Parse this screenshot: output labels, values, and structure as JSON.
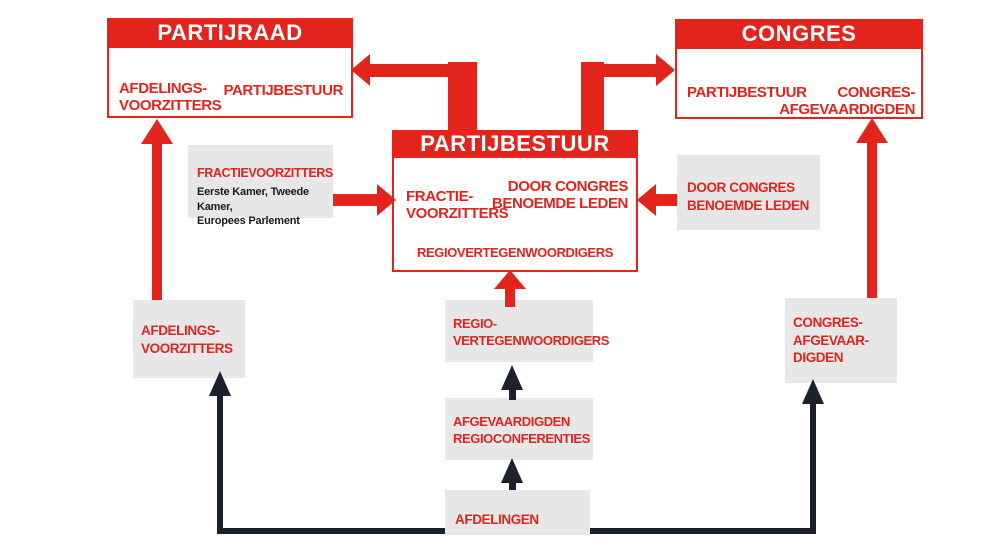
{
  "colors": {
    "red": "#e2241c",
    "gray": "#e7e7e7",
    "dark": "#1d212e"
  },
  "diagram": {
    "partijraad": {
      "title": "PARTIJRAAD",
      "left_lines": [
        "AFDELINGS-",
        "VOORZITTERS"
      ],
      "right_label": "PARTIJBESTUUR"
    },
    "congres": {
      "title": "CONGRES",
      "left_label": "PARTIJBESTUUR",
      "right_lines": [
        "CONGRES-",
        "AFGEVAARDIGDEN"
      ]
    },
    "partijbestuur": {
      "title": "PARTIJBESTUUR",
      "left_lines": [
        "FRACTIE-",
        "VOORZITTERS"
      ],
      "right_lines": [
        "DOOR CONGRES",
        "BENOEMDE LEDEN"
      ],
      "bottom_label": "REGIOVERTEGENWOORDIGERS"
    },
    "fractievoorzitters": {
      "title": "FRACTIEVOORZITTERS",
      "subtitle_lines": [
        "Eerste Kamer, Tweede Kamer,",
        "Europees Parlement"
      ]
    },
    "door_congres": {
      "lines": [
        "DOOR CONGRES",
        "BENOEMDE LEDEN"
      ]
    },
    "afdelings_voorzitters": {
      "lines": [
        "AFDELINGS-",
        "VOORZITTERS"
      ]
    },
    "regio_vertegenwoordigers": {
      "lines": [
        "REGIO-",
        "VERTEGENWOORDIGERS"
      ]
    },
    "afgevaardigden_regioconferenties": {
      "lines": [
        "AFGEVAARDIGDEN",
        "REGIOCONFERENTIES"
      ]
    },
    "congres_afgevaardigden": {
      "lines": [
        "CONGRES-",
        "AFGEVAAR-",
        "DIGDEN"
      ]
    },
    "afdelingen": {
      "label": "AFDELINGEN"
    }
  }
}
